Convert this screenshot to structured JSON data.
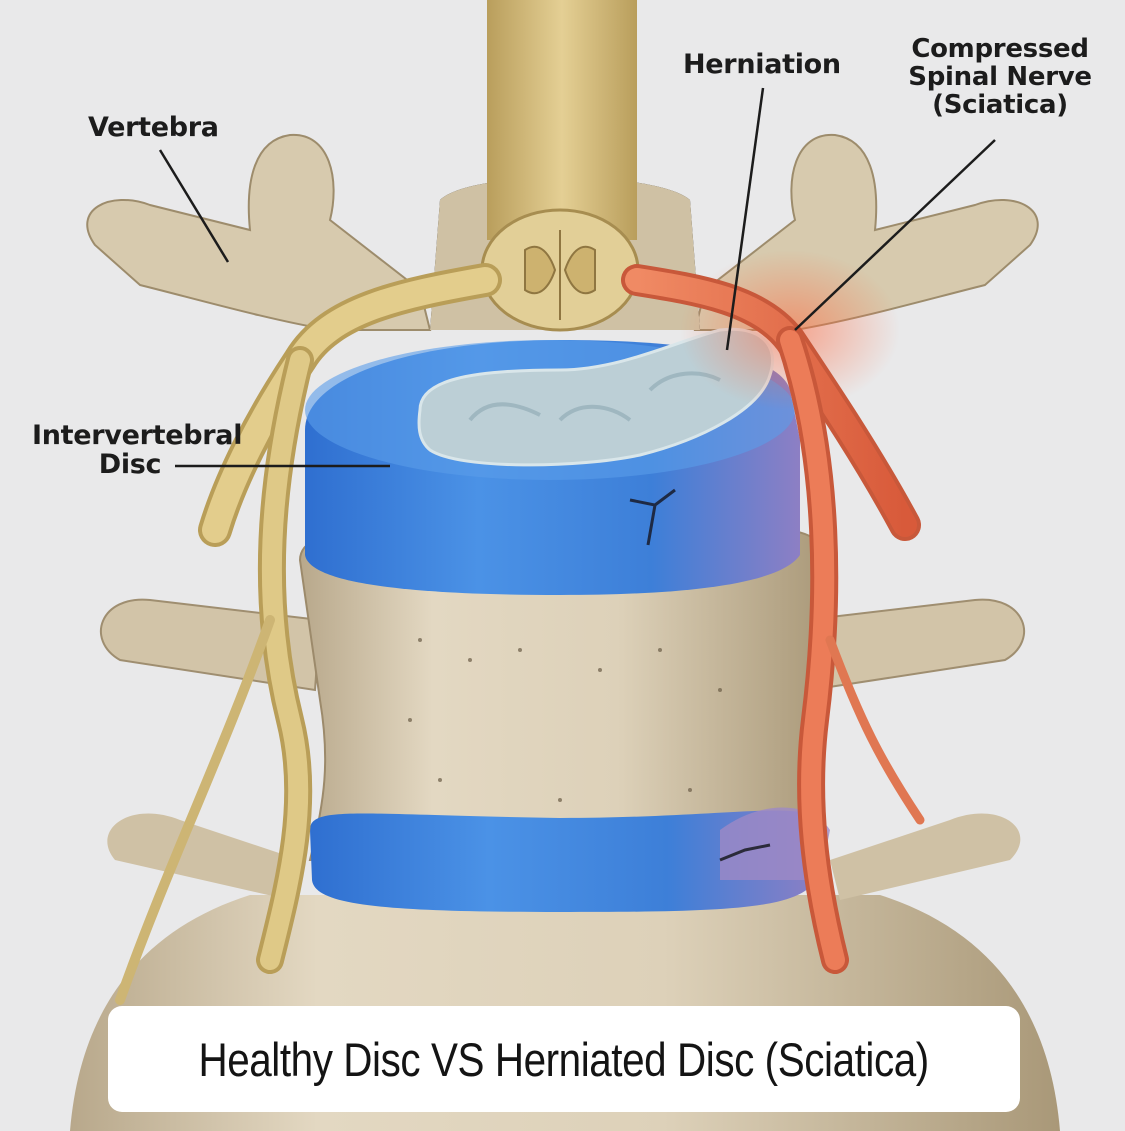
{
  "labels": {
    "vertebra": "Vertebra",
    "herniation": "Herniation",
    "compressed_nerve_lines": [
      "Compressed",
      "Spinal Nerve",
      "(Sciatica)"
    ],
    "intervertebral_disc_lines": [
      "Intervertebral",
      "Disc"
    ]
  },
  "caption": "Healthy Disc VS Herniated Disc (Sciatica)",
  "colors": {
    "background": "#e9e9ea",
    "bone": "#d9ccb3",
    "bone_shadow": "#a8977a",
    "spinal_cord": "#d8bf80",
    "healthy_nerve": "#d9c27e",
    "disc_blue": "#3f86dc",
    "nucleus": "#b9ccd3",
    "inflamed_nerve": "#e46f4d",
    "caption_box": "#ffffff"
  }
}
